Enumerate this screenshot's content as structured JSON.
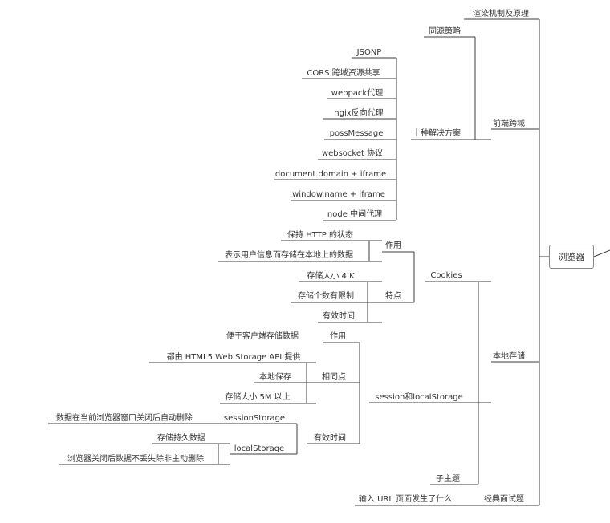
{
  "mindmap": {
    "root": "浏览器",
    "branches": {
      "render": "渲染机制及原理",
      "cors_topic": "前端跨域",
      "same_origin": "同源策略",
      "ten_solutions": "十种解决方案",
      "solutions": [
        "JSONP",
        "CORS 跨域资源共享",
        "webpack代理",
        "ngix反向代理",
        "possMessage",
        "websocket 协议",
        "document.domain + iframe",
        "window.name + iframe",
        "node 中间代理"
      ],
      "storage": "本地存储",
      "cookies": "Cookies",
      "cookie_use": "作用",
      "cookie_use_items": [
        "保持 HTTP 的状态",
        "表示用户信息而存储在本地上的数据"
      ],
      "cookie_feat": "特点",
      "cookie_feat_items": [
        "存储大小 4 K",
        "存储个数有限制",
        "有效时间"
      ],
      "web_storage": "session和localStorage",
      "ws_use": "作用",
      "ws_use_item": "便于客户端存储数据",
      "ws_same": "相同点",
      "ws_same_items": [
        "都由 HTML5 Web Storage API 提供",
        "本地保存",
        "存储大小 5M 以上"
      ],
      "ws_valid": "有效时间",
      "session_storage": "sessionStorage",
      "session_item": "数据在当前浏览器窗口关闭后自动删除",
      "local_storage": "localStorage",
      "local_items": [
        "存储持久数据",
        "浏览器关闭后数据不丢失除非主动删除"
      ],
      "subtopic": "子主题",
      "classic": "经典面试题",
      "classic_item": "输入 URL 页面发生了什么"
    },
    "line_color": "#3c3c3c"
  }
}
